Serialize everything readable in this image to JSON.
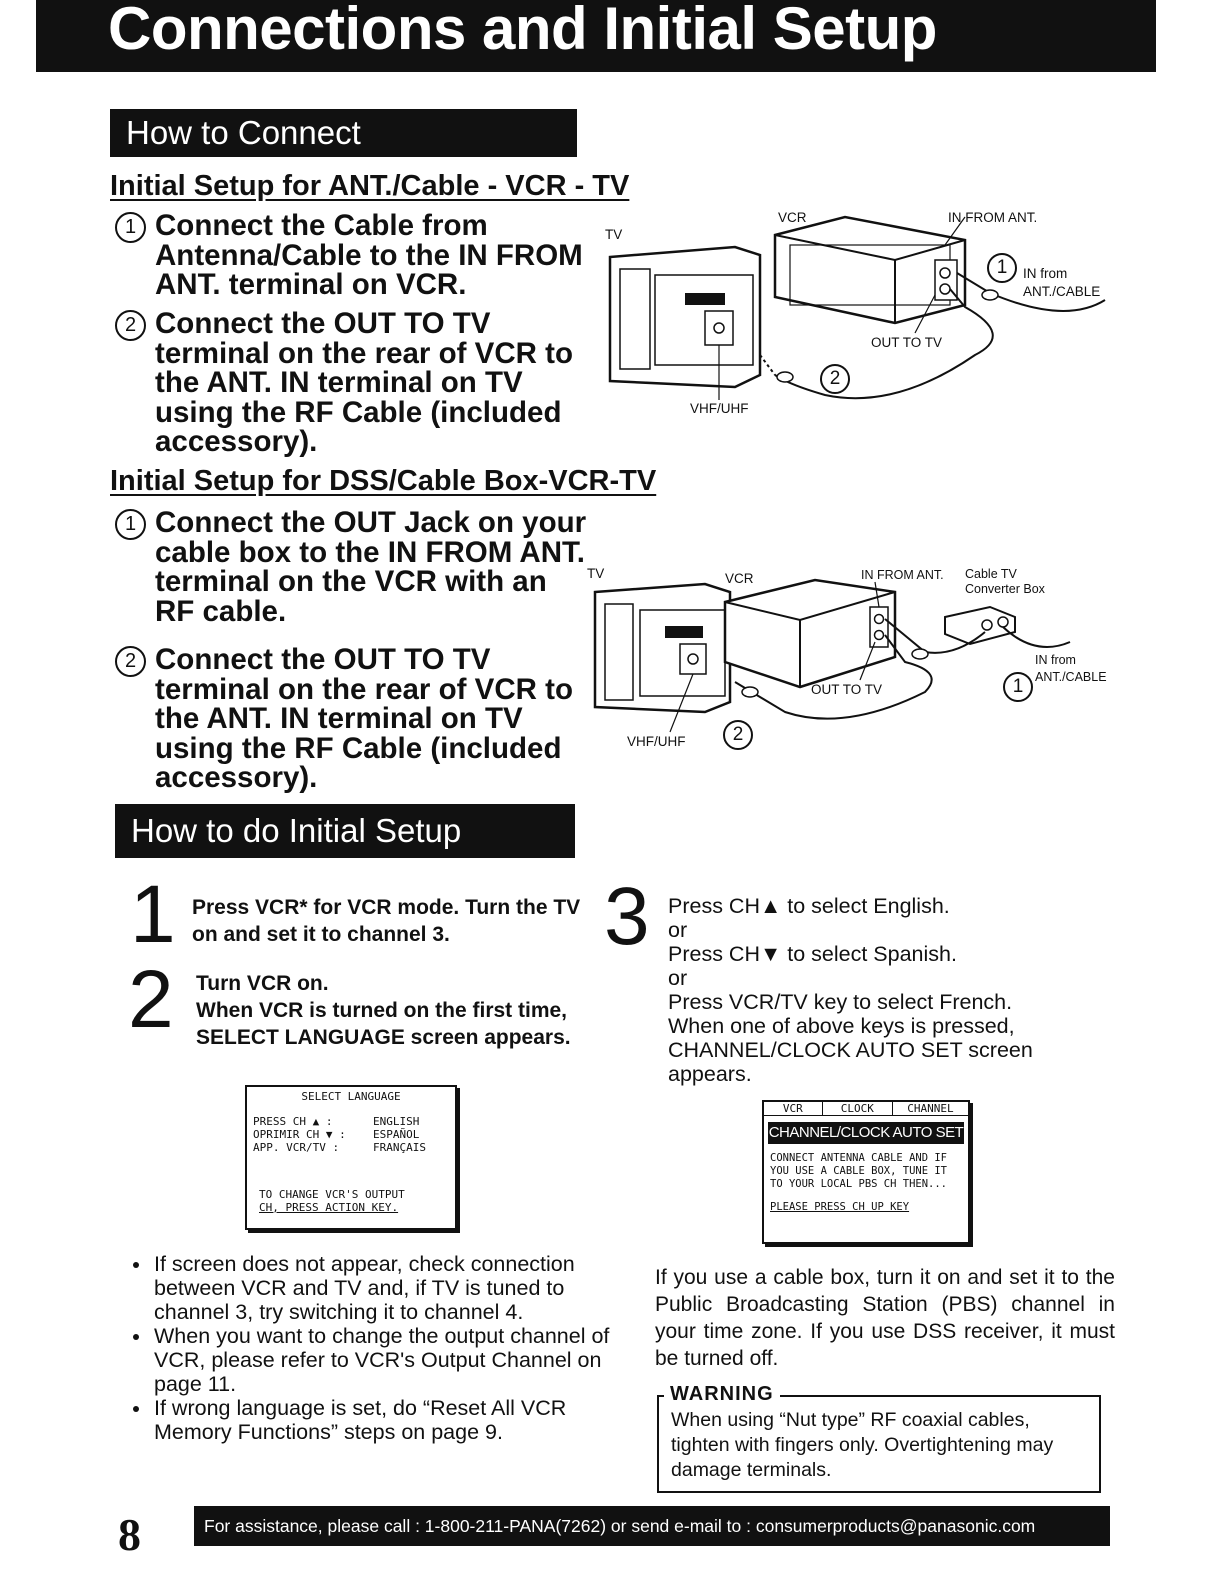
{
  "page_title": "Connections and Initial Setup",
  "connect": {
    "header": "How to Connect",
    "antenna": {
      "subtitle": "Initial Setup for ANT./Cable - VCR - TV",
      "steps": [
        {
          "num": "1",
          "text": "Connect the Cable from Antenna/Cable to the IN FROM ANT. terminal on VCR."
        },
        {
          "num": "2",
          "text": "Connect the OUT TO TV terminal on the rear of VCR to the ANT. IN terminal on TV using the RF Cable (included accessory)."
        }
      ],
      "diagram": {
        "tv": "TV",
        "vcr": "VCR",
        "in_from_ant": "IN FROM ANT.",
        "in_from_cable": "IN from ANT./CABLE",
        "out_to_tv": "OUT TO TV",
        "vhf_uhf": "VHF/UHF",
        "marker1": "1",
        "marker2": "2"
      }
    },
    "dss": {
      "subtitle": "Initial Setup for DSS/Cable Box-VCR-TV",
      "steps": [
        {
          "num": "1",
          "text": "Connect the OUT Jack on your cable box to the IN FROM ANT. terminal on the VCR with an RF cable."
        },
        {
          "num": "2",
          "text": "Connect the OUT TO TV terminal on the rear of VCR to the ANT. IN terminal on TV using the RF Cable (included accessory)."
        }
      ],
      "diagram": {
        "tv": "TV",
        "vcr": "VCR",
        "in_from_ant": "IN FROM ANT.",
        "converter": "Cable TV Converter Box",
        "in_from_cable": "IN from ANT./CABLE",
        "out_to_tv": "OUT TO TV",
        "vhf_uhf": "VHF/UHF",
        "marker1": "1",
        "marker2": "2"
      }
    }
  },
  "setup": {
    "header": "How to do Initial Setup",
    "step1": {
      "num": "1",
      "text": "Press VCR* for VCR mode. Turn the TV on and set it to channel 3."
    },
    "step2": {
      "num": "2",
      "line1": "Turn VCR on.",
      "line2": "When VCR is turned on the first time, SELECT LANGUAGE screen appears."
    },
    "step3": {
      "num": "3",
      "line1": "Press CH▲ to select English.",
      "or1": "or",
      "line2": "Press CH▼ to select Spanish.",
      "or2": "or",
      "line3": "Press VCR/TV key to select French.",
      "line4": "When one of above keys is pressed, CHANNEL/CLOCK AUTO SET screen appears."
    },
    "language_screen": {
      "title": "SELECT LANGUAGE",
      "rows": [
        {
          "key": "PRESS CH ▲ :",
          "value": "ENGLISH"
        },
        {
          "key": "OPRIMIR CH ▼ :",
          "value": "ESPAÑOL"
        },
        {
          "key": "APP. VCR/TV :",
          "value": "FRANÇAIS"
        }
      ],
      "footer1": "TO CHANGE VCR'S OUTPUT",
      "footer2": "CH, PRESS ACTION KEY."
    },
    "clock_screen": {
      "tabs": [
        "VCR",
        "CLOCK",
        "CHANNEL"
      ],
      "title": "CHANNEL/CLOCK AUTO SET",
      "body": "CONNECT ANTENNA CABLE AND IF YOU USE A CABLE BOX, TUNE IT TO YOUR LOCAL PBS CH THEN...",
      "footer": "PLEASE PRESS CH UP KEY"
    },
    "notes": [
      "If screen does not appear, check connection between VCR and TV and, if TV is tuned to channel 3, try switching it to channel 4.",
      "When you want to change the output channel of VCR, please refer to VCR's Output Channel on page 11.",
      "If wrong language is set, do “Reset All VCR Memory Functions” steps on page 9."
    ],
    "cable_note": "If you use a cable box, turn it on and set it to the Public Broadcasting Station (PBS) channel in your time zone. If you use DSS receiver, it must be turned off.",
    "warning": {
      "title": "WARNING",
      "text": "When using “Nut type” RF coaxial cables, tighten with fingers only. Overtightening may damage terminals."
    }
  },
  "footer": {
    "page_number": "8",
    "assist": "For assistance, please call : 1-800-211-PANA(7262) or send e-mail to : consumerproducts@panasonic.com"
  }
}
